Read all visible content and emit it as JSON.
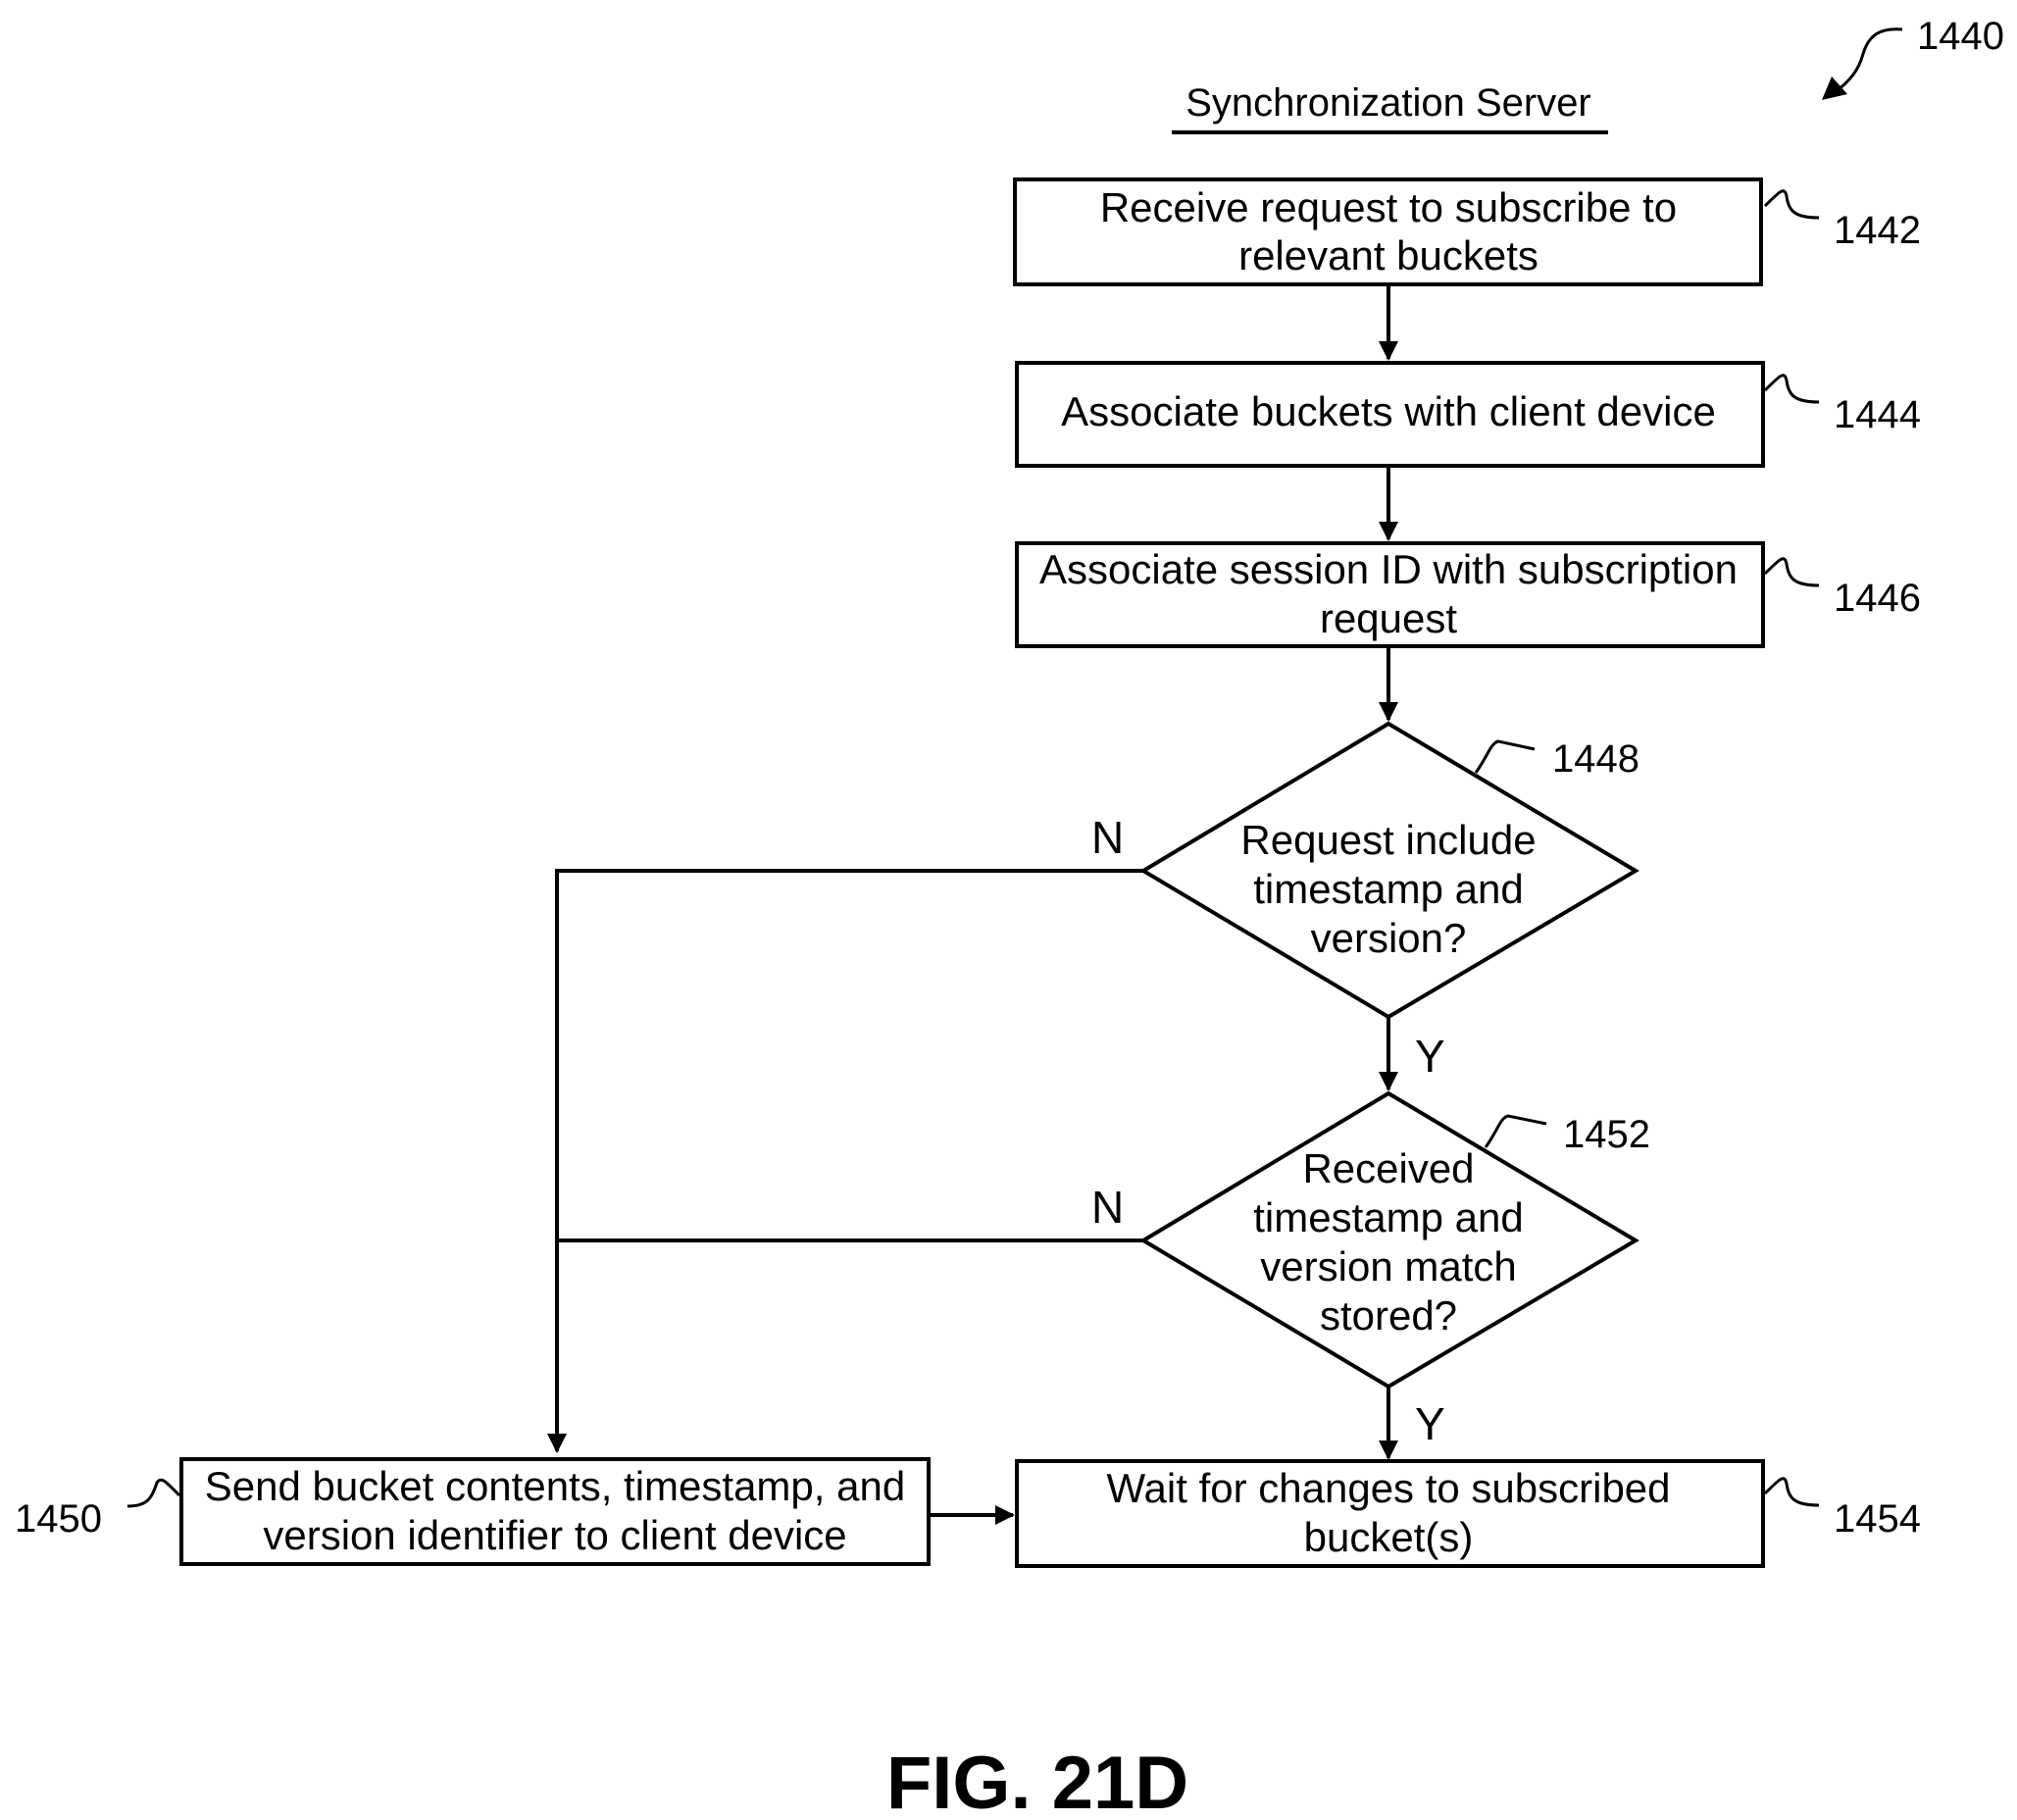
{
  "figure_ref": "1440",
  "title": "Synchronization Server",
  "figure_label": "FIG. 21D",
  "steps": {
    "s1442": {
      "ref": "1442",
      "lines": [
        "Receive request to subscribe to",
        "relevant buckets"
      ]
    },
    "s1444": {
      "ref": "1444",
      "lines": [
        "Associate buckets with client device"
      ]
    },
    "s1446": {
      "ref": "1446",
      "lines": [
        "Associate session ID with subscription",
        "request"
      ]
    },
    "d1448": {
      "ref": "1448",
      "lines": [
        "Request include",
        "timestamp and",
        "version?"
      ],
      "no": "N",
      "yes": "Y"
    },
    "d1452": {
      "ref": "1452",
      "lines": [
        "Received",
        "timestamp and",
        "version match",
        "stored?"
      ],
      "no": "N",
      "yes": "Y"
    },
    "s1450": {
      "ref": "1450",
      "lines": [
        "Send bucket contents, timestamp, and",
        "version identifier to client device"
      ]
    },
    "s1454": {
      "ref": "1454",
      "lines": [
        "Wait for changes to subscribed",
        "bucket(s)"
      ]
    }
  }
}
